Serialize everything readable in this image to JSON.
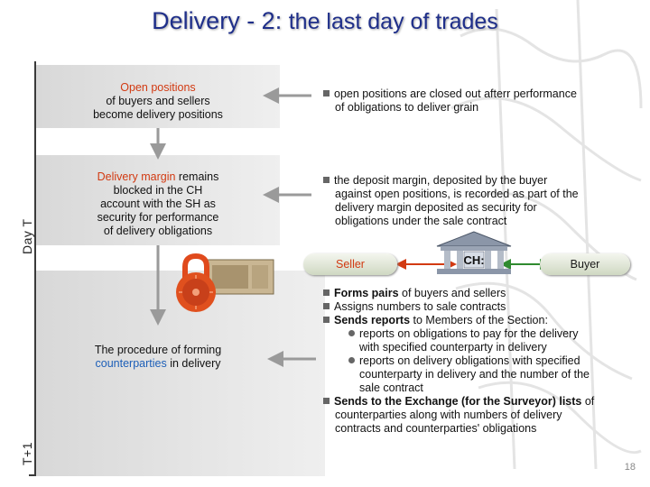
{
  "title": {
    "main": "Delivery - 2:",
    "sub": "the last day of trades"
  },
  "day_labels": {
    "day_t": "Day T",
    "t_plus_1": "T+1"
  },
  "left_boxes": {
    "open_positions": {
      "line1": "Open positions",
      "line2": "of buyers and sellers",
      "line3": "become delivery positions"
    },
    "delivery_margin": {
      "line1a": "Delivery margin",
      "line1b": " remains",
      "line2": "blocked in the CH",
      "line3": "account with the SH as",
      "line4": "security for performance",
      "line5": "of delivery obligations"
    },
    "procedure": {
      "line1": "The procedure of forming",
      "line2": "counterparties",
      "line2b": " in delivery"
    }
  },
  "right_text": {
    "closed_out": {
      "line1": "open positions are closed out afterr performance",
      "line2": "of obligations to deliver grain"
    },
    "deposit_margin": {
      "line1": "the deposit margin, deposited by the buyer",
      "line2": "against open positions, is recorded as part of the",
      "line3": "delivery margin deposited as security for",
      "line4": "obligations under the sale contract"
    },
    "ch_tasks": {
      "item1a": "Forms pairs",
      "item1b": " of buyers and sellers",
      "item2": "Assigns numbers to sale contracts",
      "item3a": "Sends reports",
      "item3b": " to Members of the Section:",
      "sub1": {
        "line1": "reports on obligations to pay for the delivery",
        "line2": "with specified counterparty in delivery"
      },
      "sub2": {
        "line1": "reports on delivery obligations with specified",
        "line2": "counterparty in delivery and the number of the",
        "line3": "sale contract"
      },
      "item4a": "Sends to the Exchange (for the Surveyor) lists",
      "item4b": " of",
      "item4c": "counterparties along with numbers of delivery",
      "item4d": "contracts and counterparties' obligations"
    }
  },
  "flow": {
    "seller": "Seller",
    "ch": "CH:",
    "buyer": "Buyer"
  },
  "page_number": "18",
  "colors": {
    "title": "#1f2f8a",
    "accent_red": "#d23a12",
    "accent_blue": "#1d5fb8",
    "seller_arrow": "#d23a12",
    "buyer_arrow": "#2f8a2f"
  }
}
